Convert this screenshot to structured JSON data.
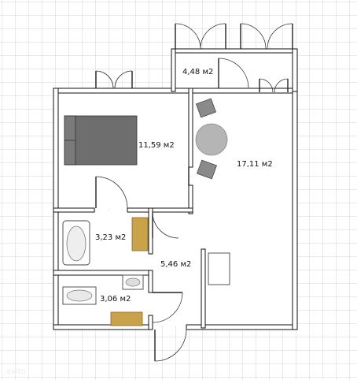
{
  "floor_plan": {
    "rooms": [
      {
        "id": "balcony",
        "label": "4,48 м2"
      },
      {
        "id": "bedroom",
        "label": "11,59 м2"
      },
      {
        "id": "kitchen_living",
        "label": "17,11 м2"
      },
      {
        "id": "bathroom",
        "label": "3,23 м2"
      },
      {
        "id": "hall",
        "label": "5,46 м2"
      },
      {
        "id": "toilet",
        "label": "3,06 м2"
      }
    ]
  },
  "colors": {
    "grid": "#c9c9c9",
    "wall": "#111111",
    "bed": "#6e6e6e",
    "table": "#b5b5b5",
    "wood": "#caa24a"
  },
  "icons": [
    "bed-icon",
    "table-icon",
    "chair-icon",
    "bathtub-icon",
    "sink-icon",
    "washing-machine-icon",
    "stove-icon"
  ],
  "watermark": "avito"
}
